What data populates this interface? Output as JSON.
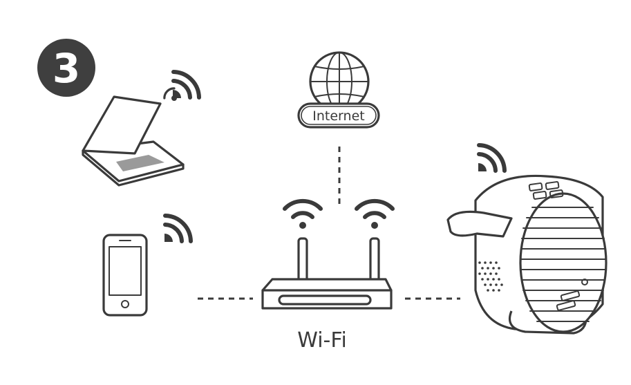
{
  "step": {
    "number": "3"
  },
  "internet": {
    "label": "Internet"
  },
  "router": {
    "label": "Wi-Fi"
  }
}
